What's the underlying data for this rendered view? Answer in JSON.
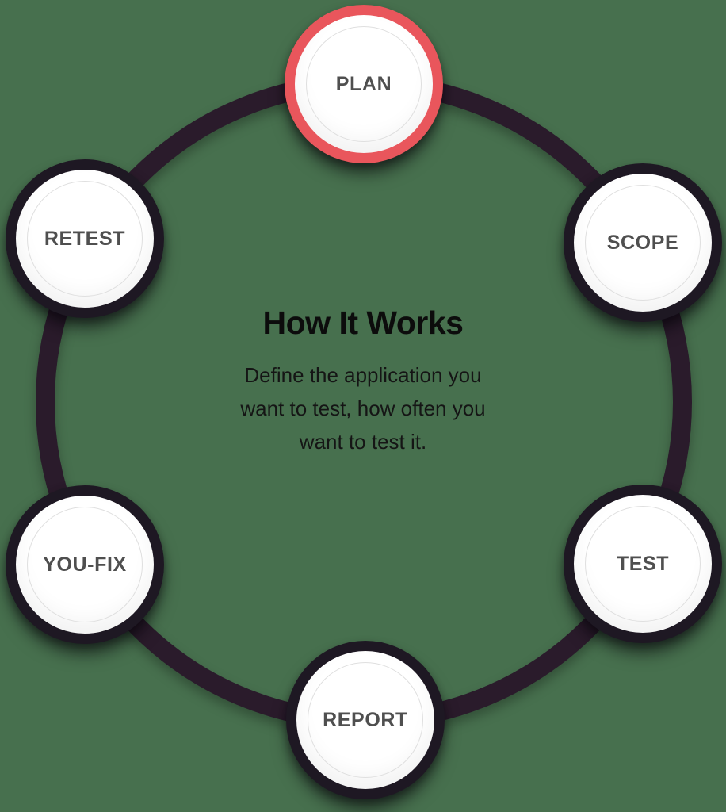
{
  "diagram": {
    "title": "How It Works",
    "description": "Define the application you\nwant to test, how often you\nwant to test it.",
    "nodes": [
      {
        "id": "plan",
        "label": "PLAN",
        "active": true
      },
      {
        "id": "scope",
        "label": "SCOPE",
        "active": false
      },
      {
        "id": "test",
        "label": "TEST",
        "active": false
      },
      {
        "id": "report",
        "label": "REPORT",
        "active": false
      },
      {
        "id": "you-fix",
        "label": "YOU-FIX",
        "active": false
      },
      {
        "id": "retest",
        "label": "RETEST",
        "active": false
      }
    ]
  },
  "colors": {
    "background": "#47704E",
    "ring": "#2A1B2B",
    "node_ring_dark": "#1E1823",
    "accent_red": "#E9565C",
    "node_fill": "#FFFFFF",
    "inner_ring": "#DFDFDF",
    "label_text": "#4F4F4F",
    "heading_text": "#0C0C0C"
  }
}
